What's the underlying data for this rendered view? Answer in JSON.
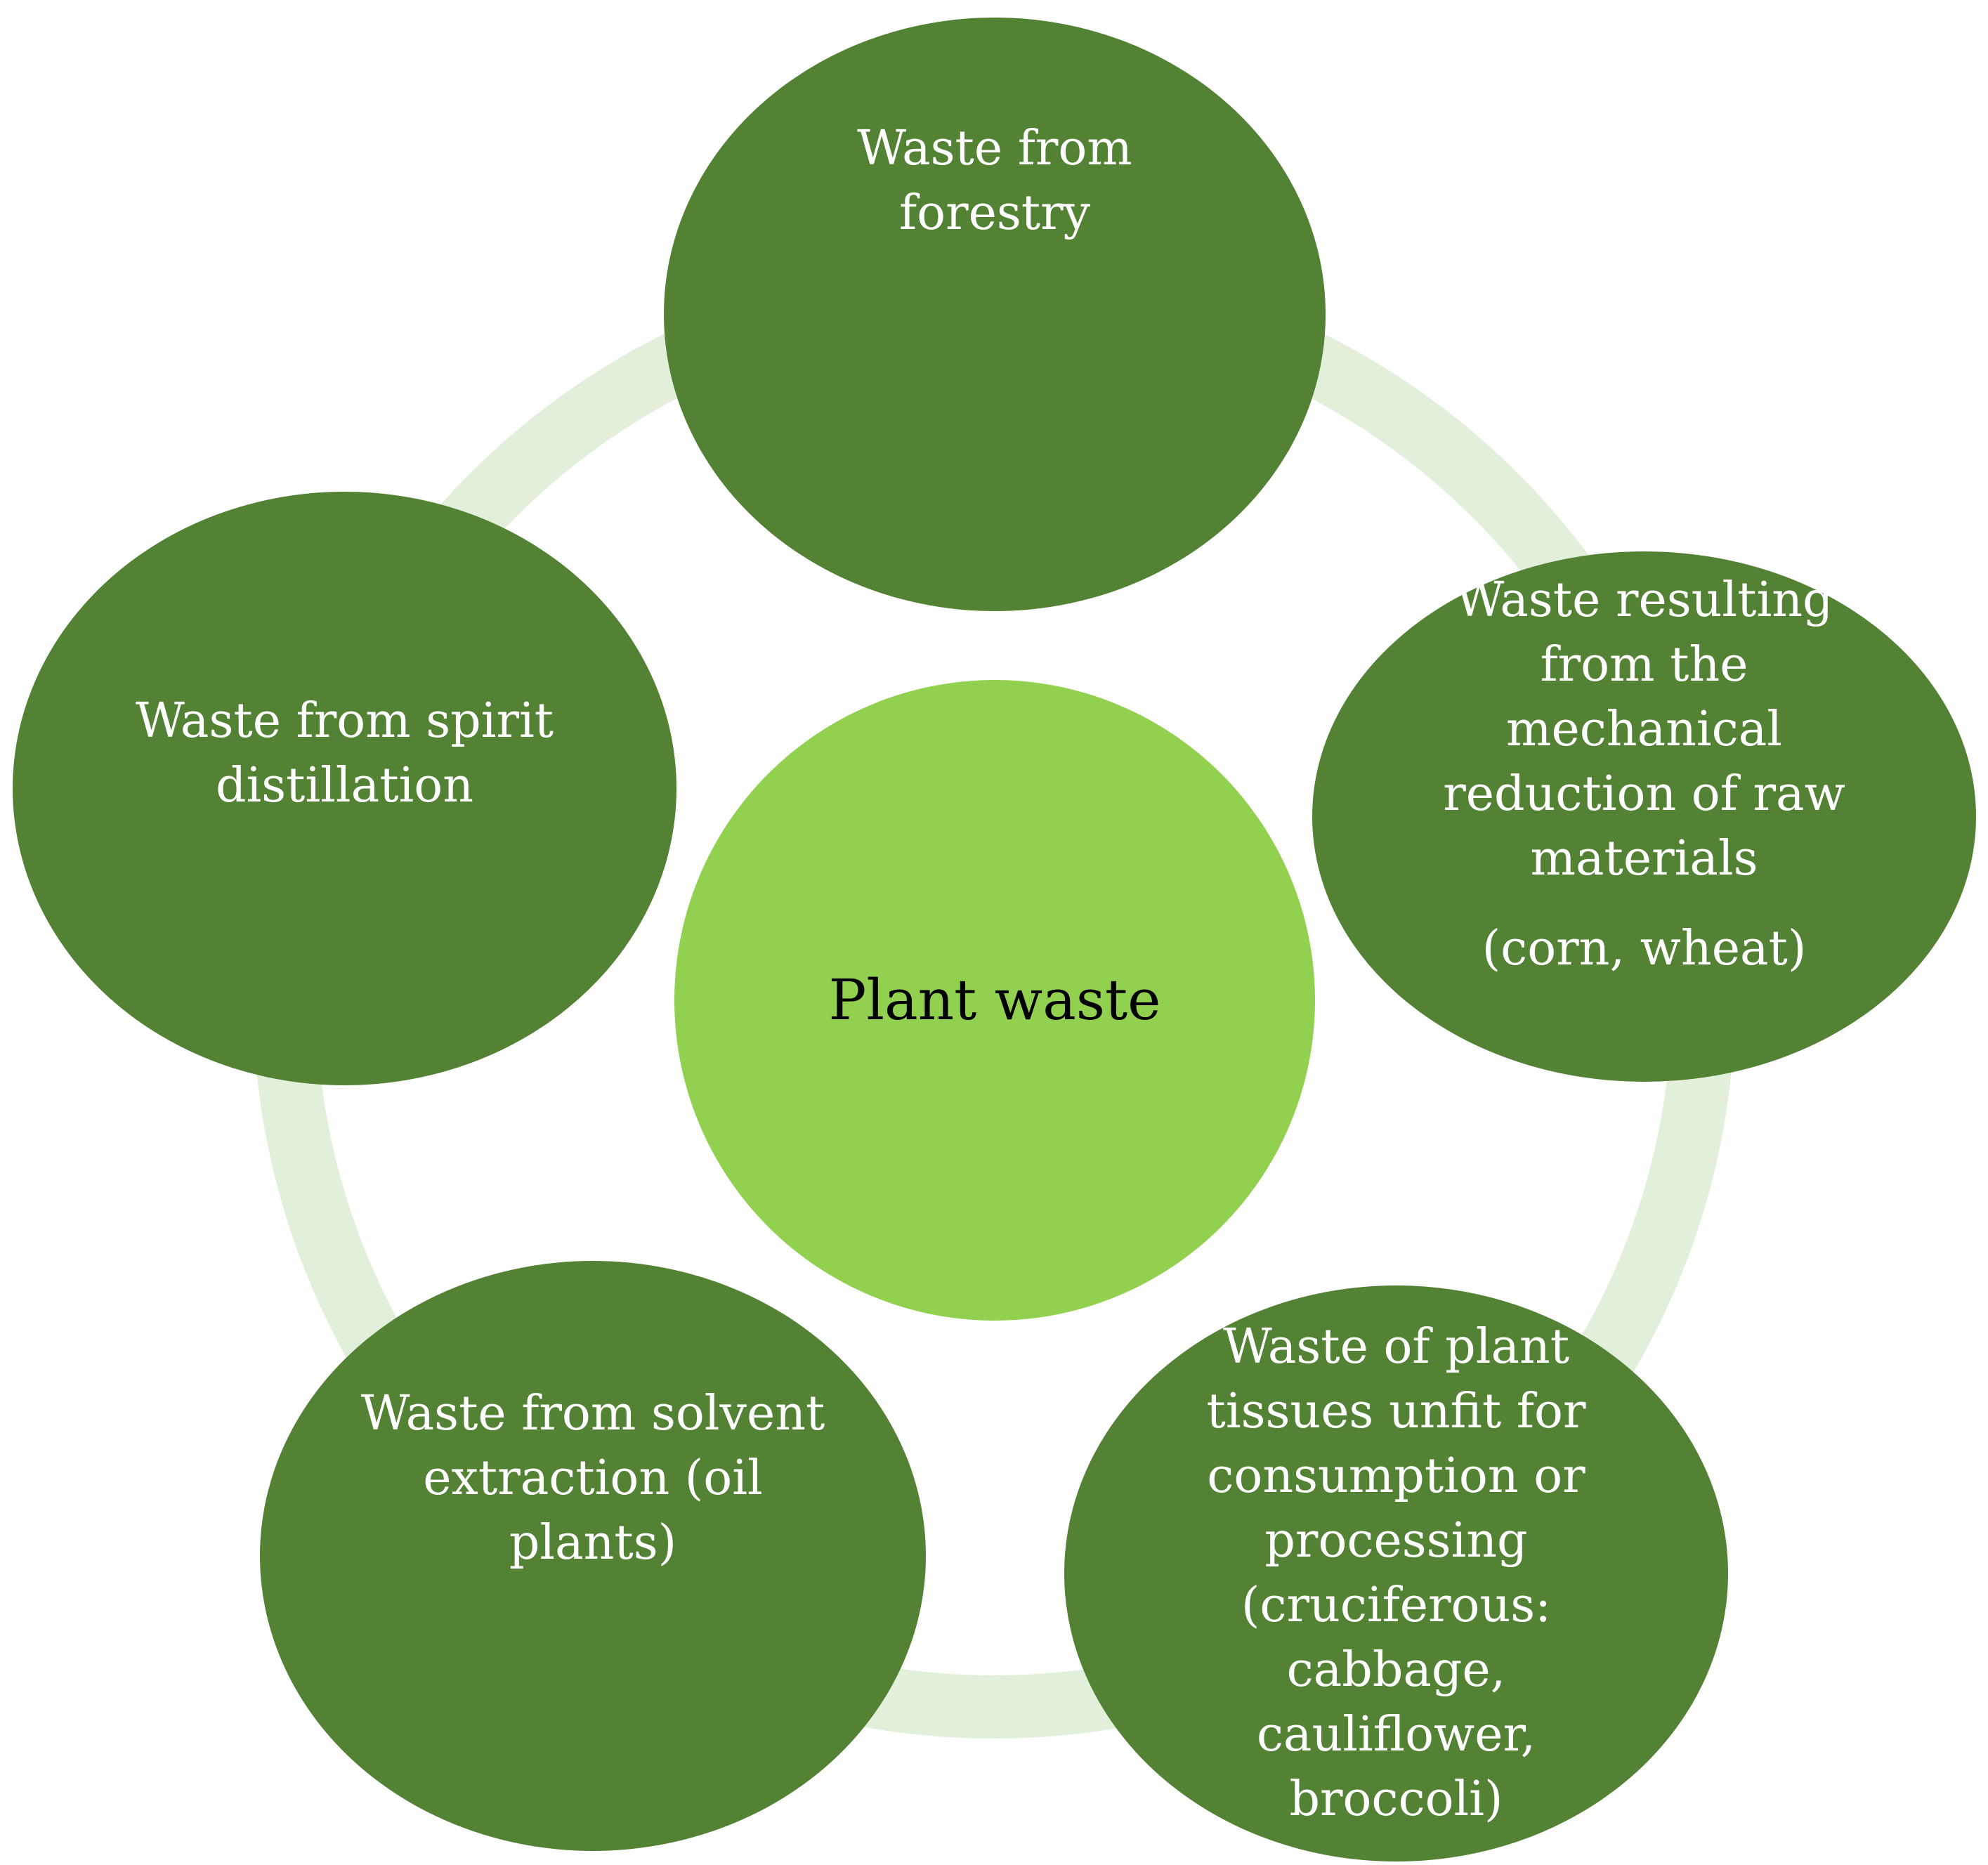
{
  "colors": {
    "outer_node": "#548235",
    "center_node": "#92d050",
    "ring": "#e2efda",
    "outer_text": "#ffffff",
    "center_text": "#000000"
  },
  "center": {
    "label": "Plant waste"
  },
  "nodes": [
    {
      "id": "forestry",
      "lines": [
        "Waste from",
        "forestry"
      ]
    },
    {
      "id": "mechanical-reduction",
      "lines": [
        "Waste resulting",
        "from the",
        "mechanical",
        "reduction of raw",
        "materials"
      ],
      "sub": "(corn, wheat)"
    },
    {
      "id": "plant-tissues",
      "lines": [
        "Waste of plant",
        "tissues unfit for",
        "consumption or",
        "processing",
        "(cruciferous:",
        "cabbage,",
        "cauliflower,",
        "broccoli)"
      ]
    },
    {
      "id": "solvent-extraction",
      "lines": [
        "Waste from solvent",
        "extraction (oil",
        "plants)"
      ]
    },
    {
      "id": "spirit-distillation",
      "lines": [
        "Waste from spirit",
        "distillation"
      ]
    }
  ]
}
